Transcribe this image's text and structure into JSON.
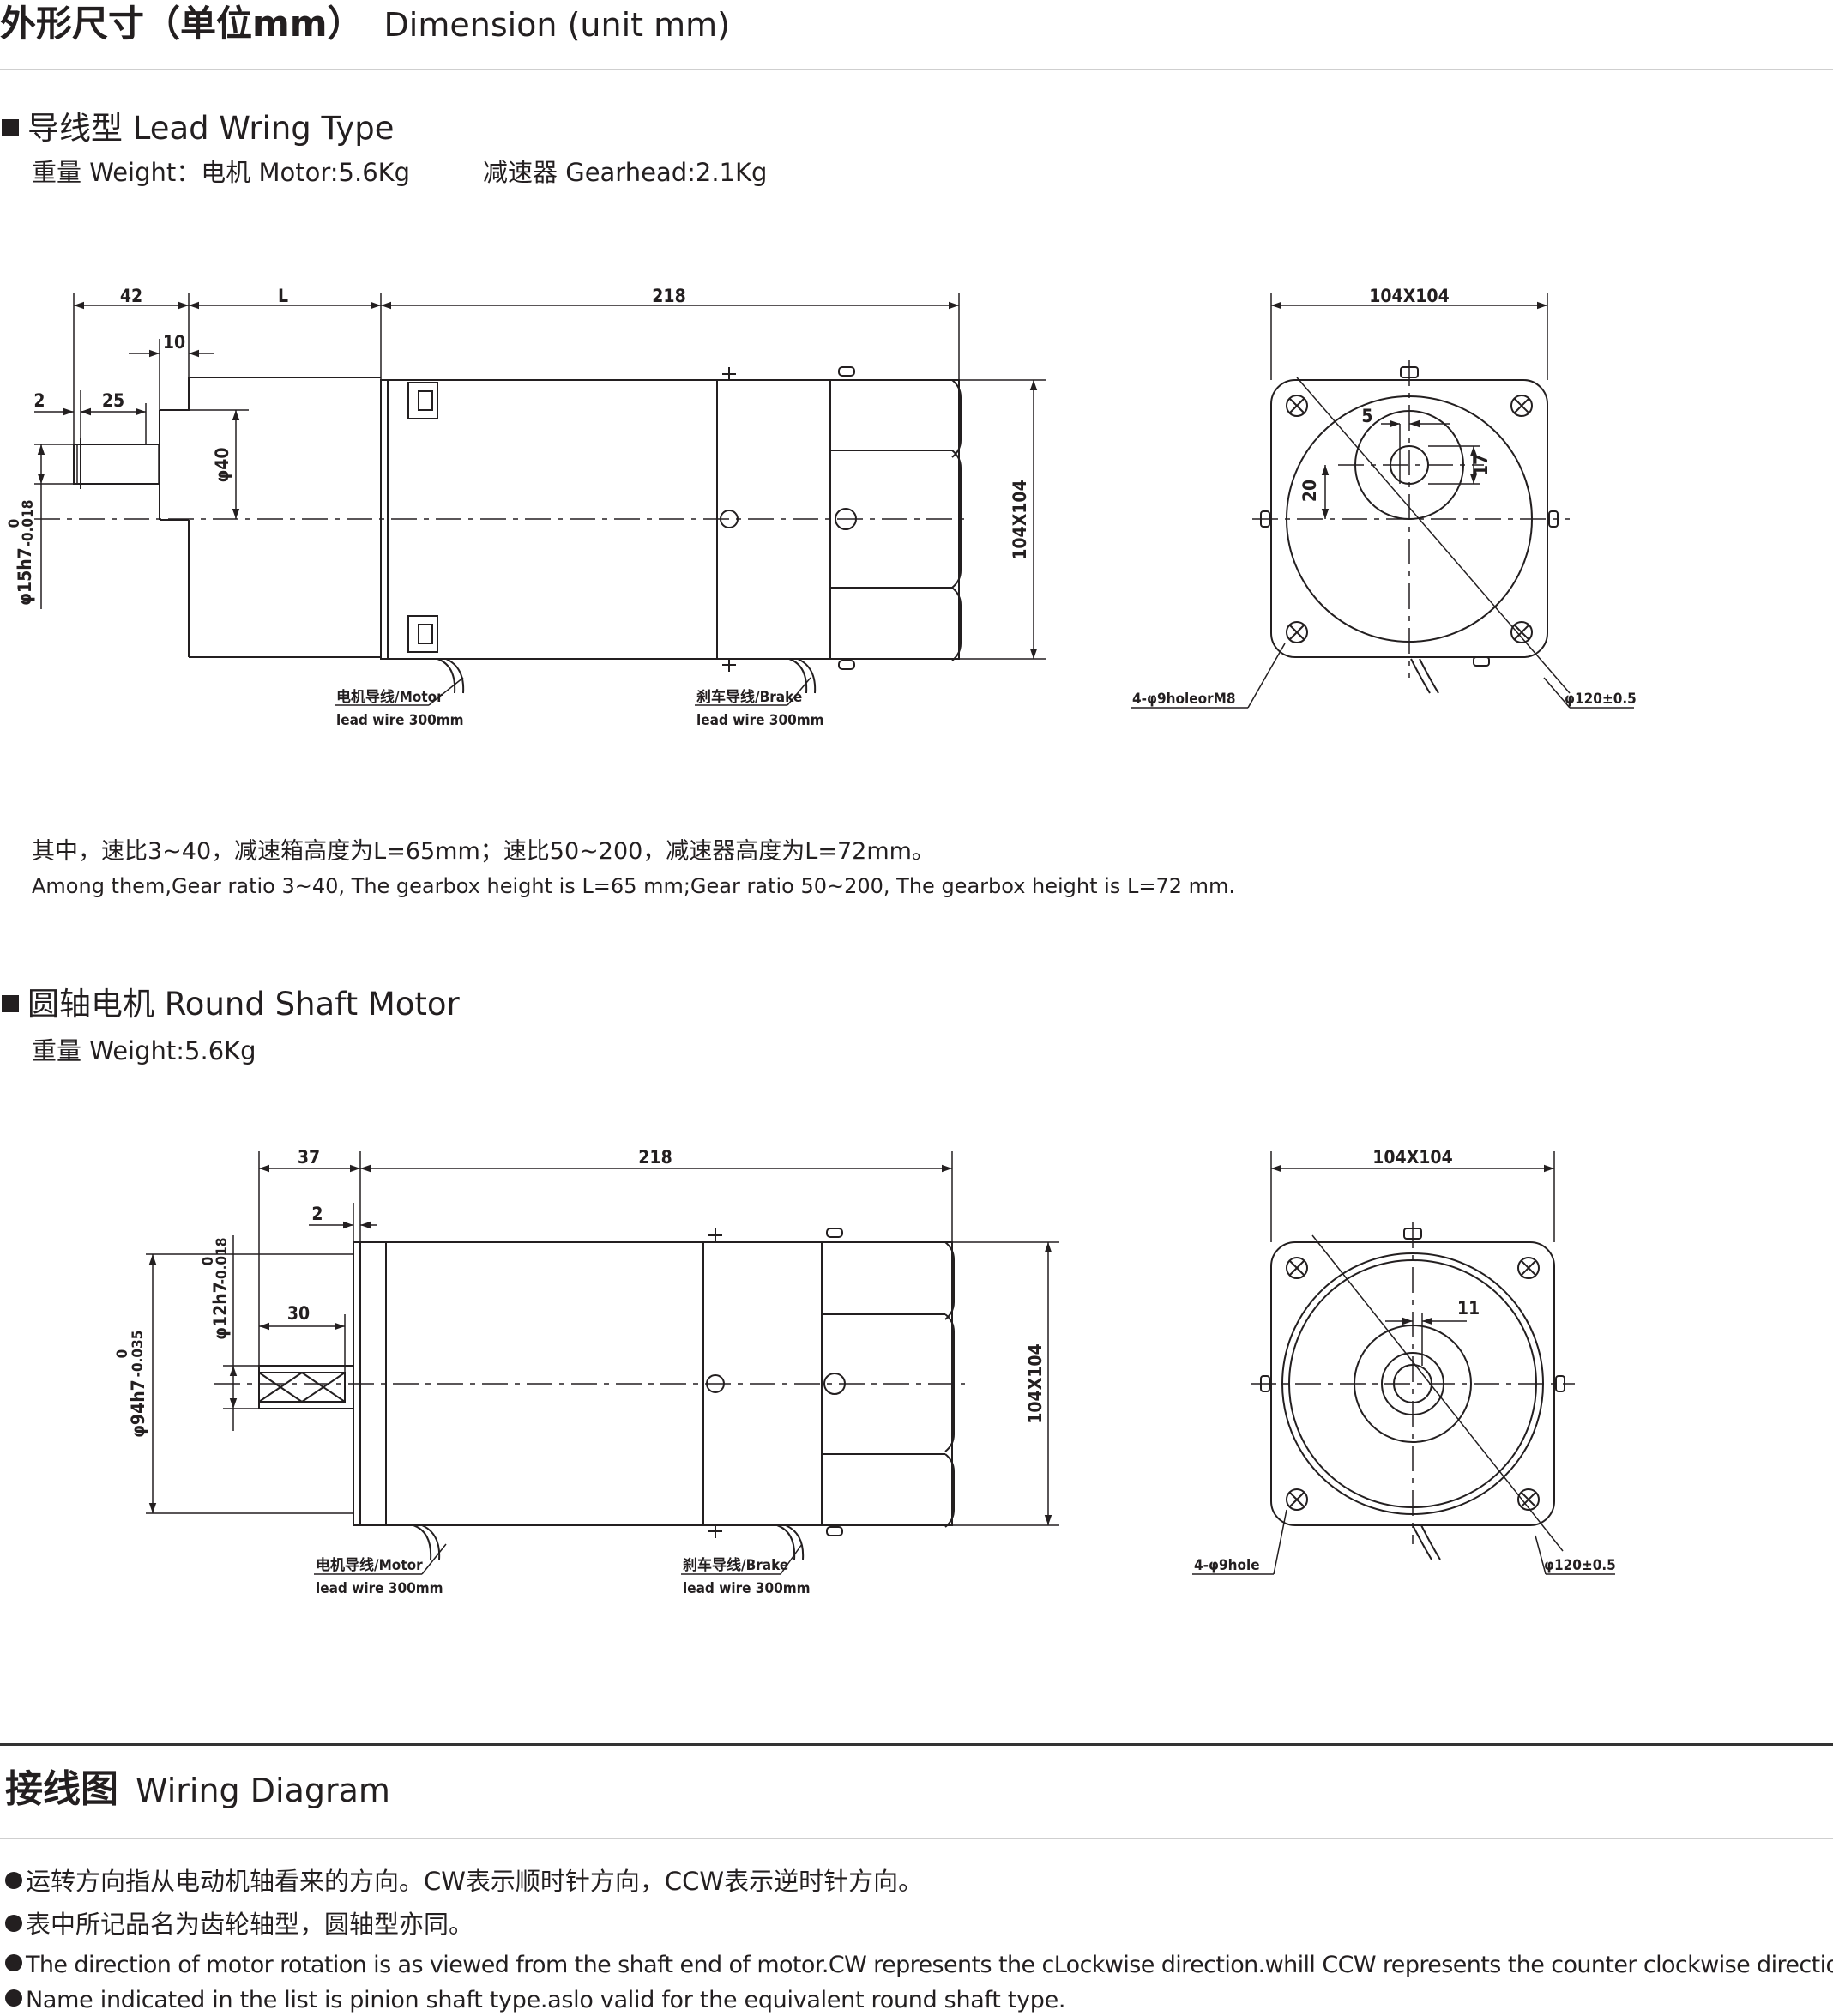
{
  "header": {
    "title_cn": "外形尺寸（单位mm）",
    "title_en": "Dimension (unit mm)"
  },
  "lead_type": {
    "heading": "导线型 Lead Wring Type",
    "weight_motor": "重量 Weight：电机 Motor:5.6Kg",
    "weight_gear": "减速器 Gearhead:2.1Kg",
    "side_view": {
      "dims": {
        "d42": "42",
        "dL": "L",
        "d218": "218",
        "d10": "10",
        "d2": "2",
        "d25": "25",
        "phi40": "φ40",
        "shaft": "φ15h7",
        "tol_up": "0",
        "tol_low": "-0.018",
        "height": "104X104"
      },
      "motor_lead_1": "电机导线/Motor",
      "motor_lead_2": "lead wire 300mm",
      "brake_lead_1": "刹车导线/Brake",
      "brake_lead_2": "lead wire 300mm"
    },
    "front_view": {
      "square": "104X104",
      "d5": "5",
      "d17": "17",
      "d20": "20",
      "holes": "4-φ9holeorM8",
      "pcd": "φ120±0.5"
    }
  },
  "note": {
    "cn": "其中，速比3~40，减速箱高度为L=65mm；速比50~200，减速器高度为L=72mm。",
    "en": "Among them,Gear ratio 3~40, The gearbox height is L=65 mm;Gear ratio 50~200, The gearbox height is L=72 mm."
  },
  "round_shaft": {
    "heading": "圆轴电机 Round Shaft Motor",
    "weight": "重量 Weight:5.6Kg",
    "side_view": {
      "dims": {
        "d37": "37",
        "d218": "218",
        "d2": "2",
        "d30": "30",
        "shaft": "φ12h7",
        "shaft_tol_up": "0",
        "shaft_tol_low": "-0.018",
        "pilot": "φ94h7",
        "pilot_tol_up": "0",
        "pilot_tol_low": "-0.035",
        "height": "104X104"
      },
      "motor_lead_1": "电机导线/Motor",
      "motor_lead_2": "lead wire 300mm",
      "brake_lead_1": "刹车导线/Brake",
      "brake_lead_2": "lead wire 300mm"
    },
    "front_view": {
      "square": "104X104",
      "d11": "11",
      "holes": "4-φ9hole",
      "pcd": "φ120±0.5"
    }
  },
  "wiring": {
    "title_cn": "接线图",
    "title_en": "Wiring Diagram",
    "bullets": [
      "运转方向指从电动机轴看来的方向。CW表示顺时针方向，CCW表示逆时针方向。",
      "表中所记品名为齿轮轴型，圆轴型亦同。",
      "The direction of motor rotation is as viewed from the shaft end of motor.CW represents the cLockwise direction.whill CCW represents the counter clockwise direction.",
      "Name indicated in the list is pinion shaft type.aslo valid for the equivalent round shaft type."
    ]
  }
}
